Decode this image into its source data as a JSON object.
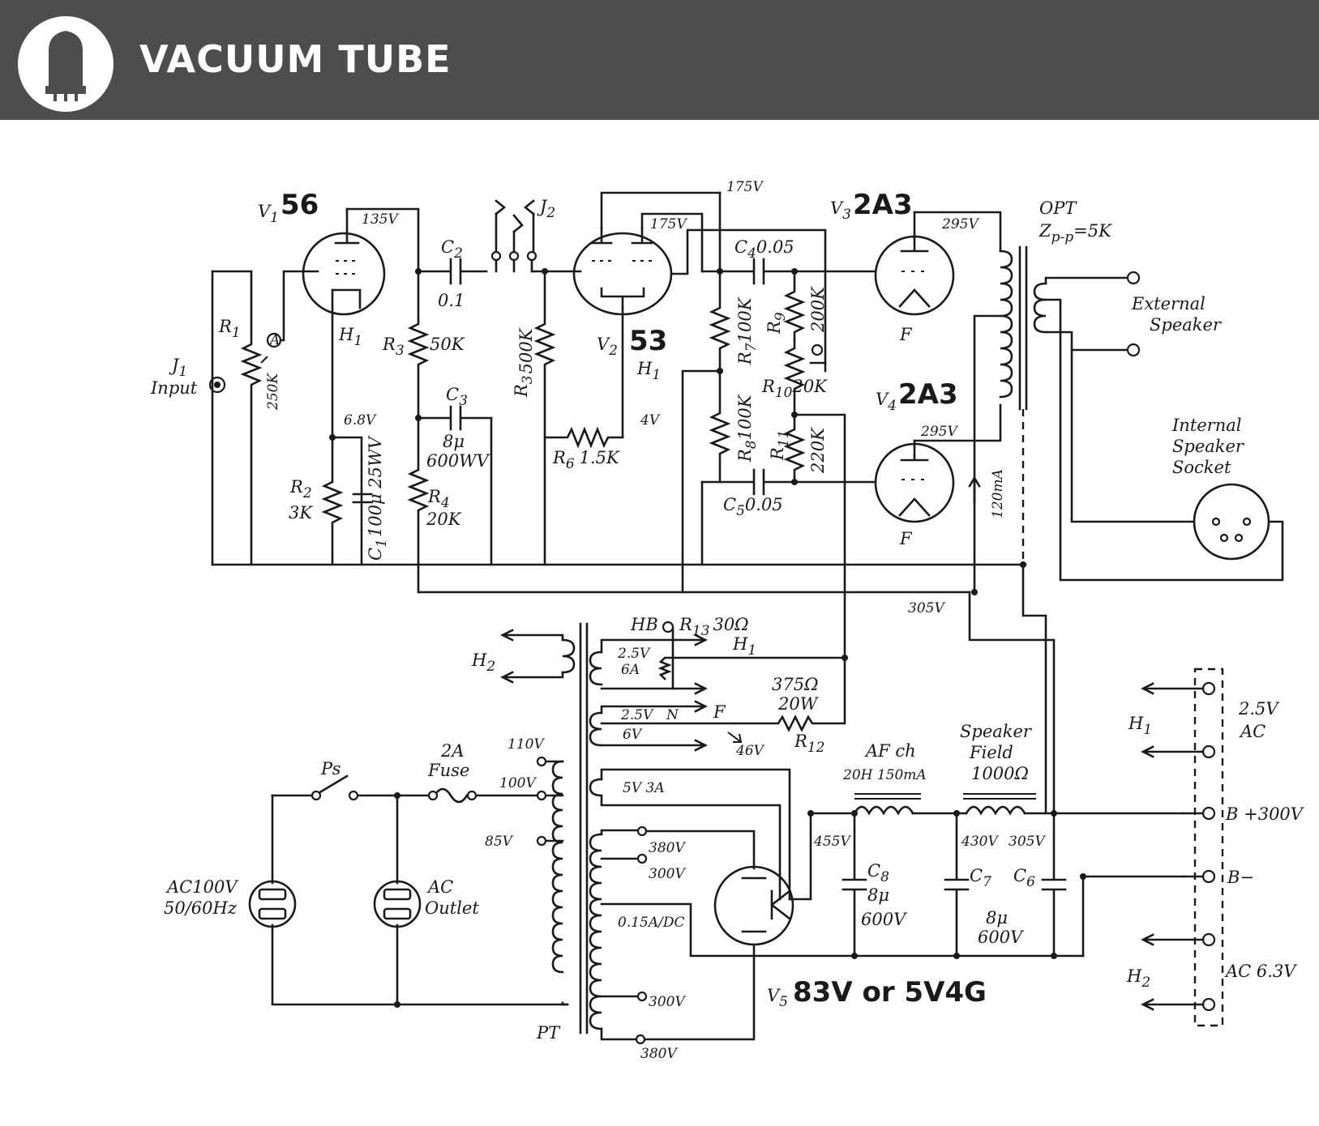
{
  "header": {
    "title": "VACUUM TUBE",
    "background": "#4d4d4d",
    "logo_icon": "vacuum-tube-icon"
  },
  "schematic": {
    "tubes": {
      "v1_ref": "V",
      "v1_sub": "1",
      "v1_type": "56",
      "v2_ref": "V",
      "v2_sub": "2",
      "v2_type": "53",
      "v3_ref": "V",
      "v3_sub": "3",
      "v3_type": "2A3",
      "v4_ref": "V",
      "v4_sub": "4",
      "v4_type": "2A3",
      "v5_ref": "V",
      "v5_sub": "5",
      "v5_type": "83V or 5V4G"
    },
    "input_jack": "J",
    "input_jack_sub": "1",
    "input_label": "Input",
    "switch_jack": "J",
    "switch_jack_sub": "2",
    "r1_name": "R",
    "r1_sub": "1",
    "r1_value": "250K",
    "r1_mark": "A",
    "r2_name": "R",
    "r2_sub": "2",
    "r2_value": "3K",
    "r3_name": "R",
    "r3_sub": "3",
    "r3_value": "50K",
    "r3b_name": "R",
    "r3b_sub": "3",
    "r3b_value": "500K",
    "r4_name": "R",
    "r4_sub": "4",
    "r4_value": "20K",
    "r6_name": "R",
    "r6_sub": "6",
    "r6_value": "1.5K",
    "r7_name": "R",
    "r7_sub": "7",
    "r7_value": "100K",
    "r8_name": "R",
    "r8_sub": "8",
    "r8_value": "100K",
    "r9_name": "R",
    "r9_sub": "9",
    "r9_value": "200K",
    "r10_name": "R",
    "r10_sub": "10",
    "r10_value": "20K",
    "r11_name": "R",
    "r11_sub": "11",
    "r11_value": "220K",
    "r12_name": "R",
    "r12_sub": "12",
    "r12_value": "375Ω",
    "r12_power": "20W",
    "r13_name": "R",
    "r13_sub": "13",
    "r13_value": "30Ω",
    "hb": "HB",
    "c1_name": "C",
    "c1_sub": "1",
    "c1_value": "100μ 25WV",
    "c2_name": "C",
    "c2_sub": "2",
    "c2_value": "0.1",
    "c3_name": "C",
    "c3_sub": "3",
    "c3_value": "8μ",
    "c3_voltage": "600WV",
    "c4_name": "C",
    "c4_sub": "4",
    "c4_value": "0.05",
    "c5_name": "C",
    "c5_sub": "5",
    "c5_value": "0.05",
    "c6_name": "C",
    "c6_sub": "6",
    "c7_name": "C",
    "c7_sub": "7",
    "c67_value": "8μ",
    "c67_voltage": "600V",
    "c8_name": "C",
    "c8_sub": "8",
    "c8_value": "8μ",
    "c8_voltage": "600V",
    "heater_h": "H",
    "heater_h_sub": "1",
    "heater_h2": "H",
    "heater_h2_sub": "2",
    "filament": "F",
    "voltages": {
      "v1_plate": "135V",
      "v1_cathode": "6.8V",
      "v2_plate_a": "175V",
      "v2_plate_b": "175V",
      "v2_cathode": "4V",
      "v3_plate": "295V",
      "v4_plate": "295V",
      "b_node": "305V",
      "rect_out": "455V",
      "choke_out": "430V",
      "field_out": "305V",
      "f_bias": "46V",
      "current": "120mA"
    },
    "opt_label": "OPT",
    "opt_impedance": "Z",
    "opt_impedance_sub": "p-p",
    "opt_impedance_value": "=5K",
    "external_speaker_1": "External",
    "external_speaker_2": "Speaker",
    "internal_socket_1": "Internal",
    "internal_socket_2": "Speaker",
    "internal_socket_3": "Socket",
    "pt_label": "PT",
    "pt_taps": [
      "110V",
      "100V",
      "85V"
    ],
    "sec_25v_6a_1": "2.5V",
    "sec_25v_6a_2": "6A",
    "sec_25v_n": "2.5V",
    "sec_n_mark": "N",
    "sec_6v": "6V",
    "sec_5v3a": "5V 3A",
    "hv_taps": [
      "380V",
      "300V",
      "0.15A/DC",
      "300V",
      "380V"
    ],
    "fuse_1": "2A",
    "fuse_2": "Fuse",
    "power_switch": "Ps",
    "ac_in_1": "AC100V",
    "ac_in_2": "50/60Hz",
    "ac_outlet_1": "AC",
    "ac_outlet_2": "Outlet",
    "choke_1": "AF ch",
    "choke_2": "20H 150mA",
    "field_1": "Speaker",
    "field_2": "Field",
    "field_3": "1000Ω",
    "connector": {
      "h1": "H",
      "h1_sub": "1",
      "h2": "H",
      "h2_sub": "2",
      "ac25_1": "2.5V",
      "ac25_2": "AC",
      "b_plus": "B +300V",
      "b_minus": "B−",
      "ac63": "AC 6.3V"
    }
  }
}
